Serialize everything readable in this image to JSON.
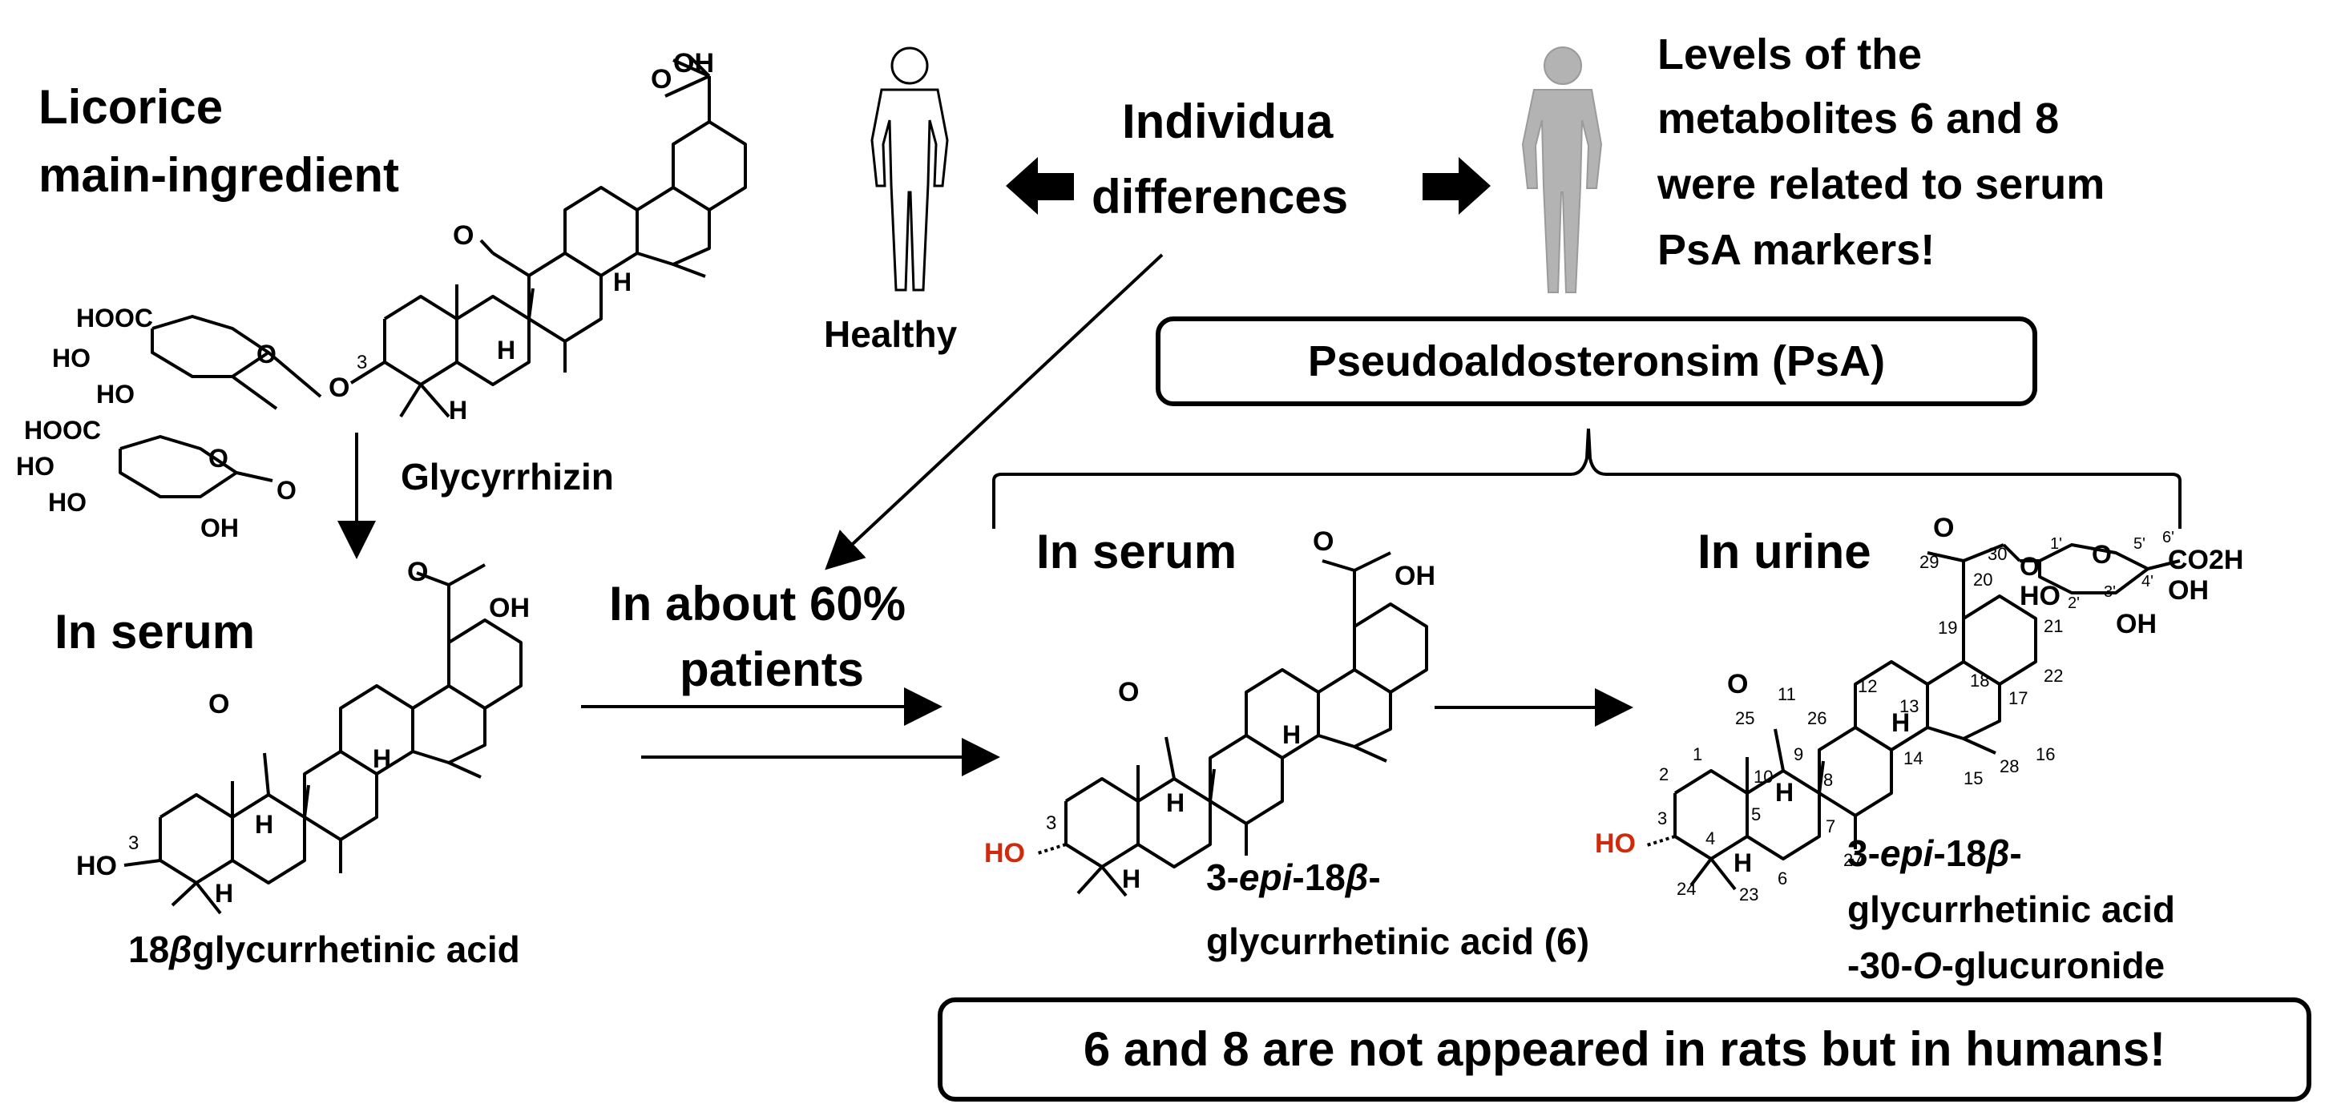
{
  "intro": {
    "line1": "Licorice",
    "line2": "main-ingredient"
  },
  "individual": {
    "line1": "Individua",
    "line2": "differences"
  },
  "healthy_label": "Healthy",
  "levels": {
    "lines": [
      "Levels of the",
      "metabolites 6 and 8",
      "were related to serum",
      "PsA markers!"
    ]
  },
  "psa_box": "Pseudoaldosteronsim (PsA)",
  "glycyrrhizin": "Glycyrrhizin",
  "in_serum_left": "In serum",
  "glycyrrhetinic": {
    "prefix": "18",
    "beta": "β",
    "rest": "glycurrhetinic acid"
  },
  "patients": {
    "line1": "In about 60%",
    "line2": "patients"
  },
  "in_serum_mid": "In serum",
  "compound6": {
    "l1a": "3-",
    "l1b": "epi",
    "l1c": "-18",
    "l1d": "β",
    "l1e": "-",
    "line2": "glycurrhetinic acid (6)"
  },
  "in_urine": "In urine",
  "compound8": {
    "l1a": "3-",
    "l1b": "epi",
    "l1c": "-18",
    "l1d": "β",
    "l1e": "-",
    "line2": "glycurrhetinic acid",
    "line3a": "-30-",
    "line3b": "O",
    "line3c": "-glucuronide"
  },
  "bottom_box": "6 and 8 are not appeared in rats but in humans!",
  "atom_labels": {
    "oh": "OH",
    "o": "O",
    "h": "H",
    "ho": "HO",
    "hooc": "HOOC",
    "co2h": "CO2H",
    "three": "3"
  },
  "urine_numbers": [
    "1",
    "2",
    "3",
    "4",
    "5",
    "6",
    "7",
    "8",
    "9",
    "10",
    "11",
    "12",
    "13",
    "14",
    "15",
    "16",
    "17",
    "18",
    "19",
    "20",
    "21",
    "22",
    "23",
    "24",
    "25",
    "26",
    "27",
    "28",
    "29",
    "30",
    "1'",
    "2'",
    "3'",
    "4'",
    "5'",
    "6'"
  ],
  "colors": {
    "ink": "#000000",
    "hydroxyl_red": "#d02a0c",
    "person_healthy": "#ffffff",
    "person_patient": "#b3b3b3"
  }
}
